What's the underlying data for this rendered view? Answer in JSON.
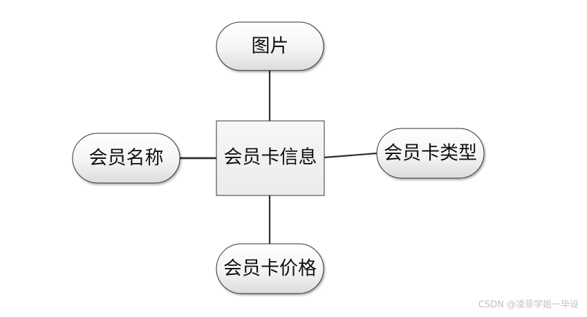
{
  "diagram": {
    "center": {
      "label": "会员卡信息"
    },
    "top": {
      "label": "图片"
    },
    "left": {
      "label": "会员名称"
    },
    "right": {
      "label": "会员卡类型"
    },
    "bottom": {
      "label": "会员卡价格"
    }
  },
  "watermark": "CSDN @凌菲学姐一毕设",
  "colors": {
    "node_fill_light": "#ffffff",
    "node_fill_dark": "#e2e2e2",
    "center_fill": "#f1f1f1",
    "stroke": "#333333",
    "connector": "#2b2b2b"
  }
}
